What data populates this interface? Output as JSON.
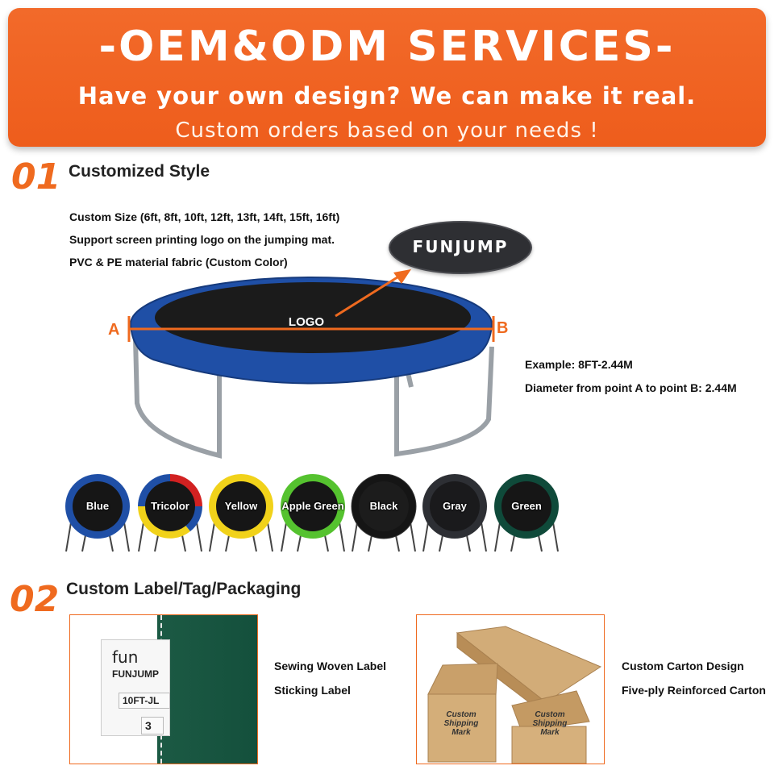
{
  "banner": {
    "title": "-OEM&ODM SERVICES-",
    "subtitle": "Have your own design? We can make it real.",
    "tagline": "Custom orders based on your needs !"
  },
  "section1": {
    "number": "01",
    "title": "Customized Style",
    "features": [
      "Custom Size (6ft, 8ft, 10ft, 12ft, 13ft, 14ft, 15ft, 16ft)",
      "Support screen printing logo on the jumping mat.",
      "PVC & PE material fabric (Custom Color)"
    ],
    "logo_mat_text": "LOGO",
    "brand_logo": "FUNJUMP",
    "point_a": "A",
    "point_b": "B",
    "example": "Example: 8FT-2.44M",
    "diameter": "Diameter from point A to point B: 2.44M",
    "colors": [
      {
        "name": "Blue",
        "pad": "#1f4fa6"
      },
      {
        "name": "Tricolor",
        "pad": "#1f4fa6"
      },
      {
        "name": "Yellow",
        "pad": "#f1d21a"
      },
      {
        "name": "Apple Green",
        "pad": "#55c22f"
      },
      {
        "name": "Black",
        "pad": "#151515"
      },
      {
        "name": "Gray",
        "pad": "#2d2f34"
      },
      {
        "name": "Green",
        "pad": "#0f4a3a"
      }
    ]
  },
  "section2": {
    "number": "02",
    "title": "Custom Label/Tag/Packaging",
    "tag": {
      "line1": "fun",
      "line2": "FUNJUMP",
      "size": "10FT-JL",
      "num": "3"
    },
    "label_types": [
      "Sewing Woven Label",
      "Sticking Label"
    ],
    "carton_types": [
      "Custom Carton Design",
      "Five-ply Reinforced Carton"
    ],
    "box_text": "Custom Shipping Mark"
  },
  "accent_color": "#ef6a1f"
}
